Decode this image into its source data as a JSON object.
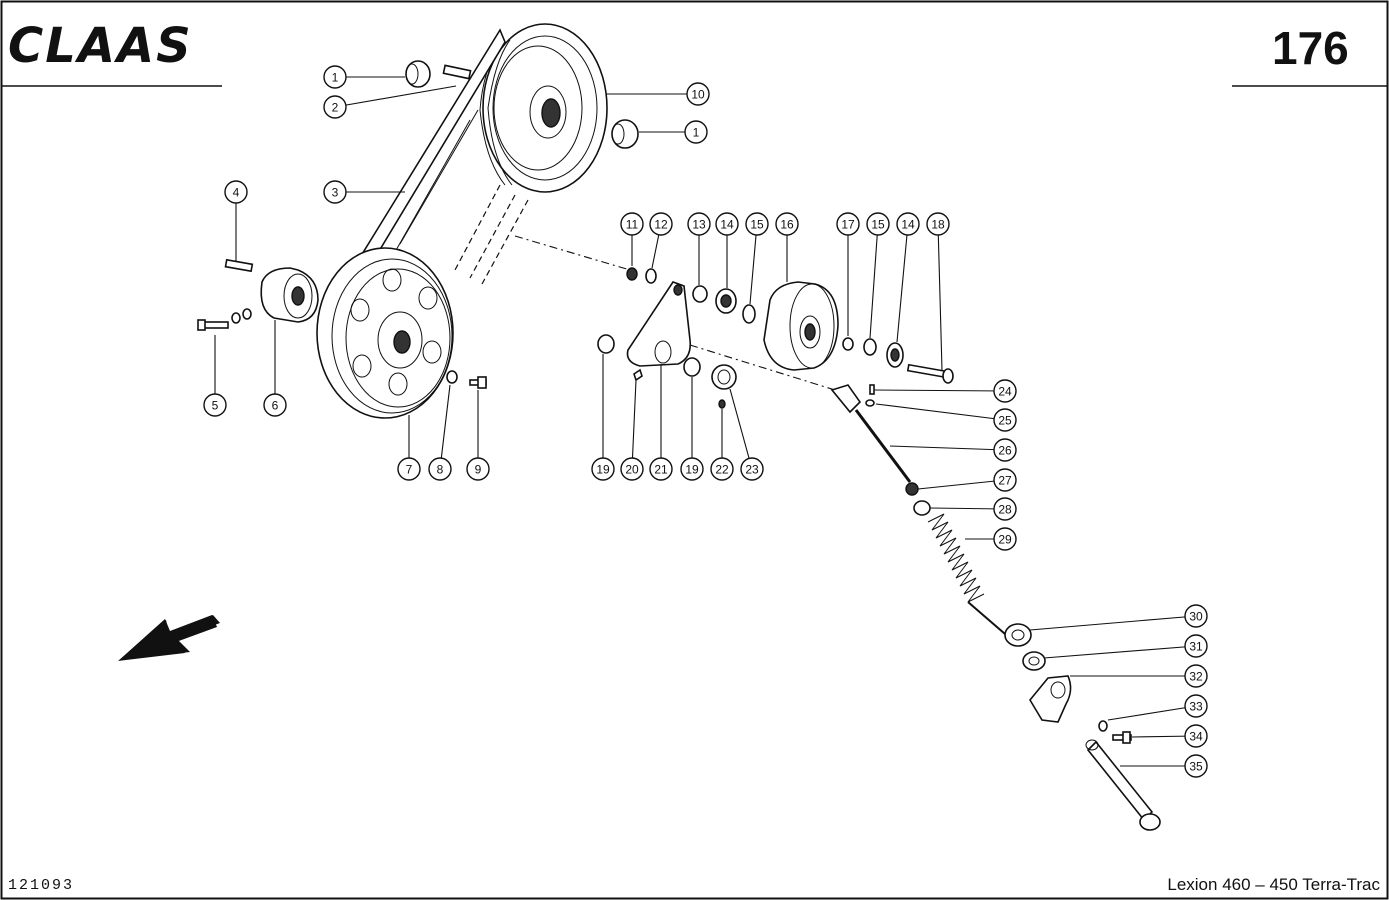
{
  "header": {
    "brand": "CLAAS",
    "page_number": "176"
  },
  "footer": {
    "drawing_number": "121093",
    "model": "Lexion 460 – 450 Terra-Trac"
  },
  "callouts": [
    {
      "label": "1"
    },
    {
      "label": "2"
    },
    {
      "label": "3"
    },
    {
      "label": "4"
    },
    {
      "label": "5"
    },
    {
      "label": "6"
    },
    {
      "label": "7"
    },
    {
      "label": "8"
    },
    {
      "label": "9"
    },
    {
      "label": "10"
    },
    {
      "label": "1"
    },
    {
      "label": "11"
    },
    {
      "label": "12"
    },
    {
      "label": "13"
    },
    {
      "label": "14"
    },
    {
      "label": "15"
    },
    {
      "label": "16"
    },
    {
      "label": "17"
    },
    {
      "label": "15"
    },
    {
      "label": "14"
    },
    {
      "label": "18"
    },
    {
      "label": "19"
    },
    {
      "label": "20"
    },
    {
      "label": "21"
    },
    {
      "label": "19"
    },
    {
      "label": "22"
    },
    {
      "label": "23"
    },
    {
      "label": "24"
    },
    {
      "label": "25"
    },
    {
      "label": "26"
    },
    {
      "label": "27"
    },
    {
      "label": "28"
    },
    {
      "label": "29"
    },
    {
      "label": "30"
    },
    {
      "label": "31"
    },
    {
      "label": "32"
    },
    {
      "label": "33"
    },
    {
      "label": "34"
    },
    {
      "label": "35"
    }
  ]
}
